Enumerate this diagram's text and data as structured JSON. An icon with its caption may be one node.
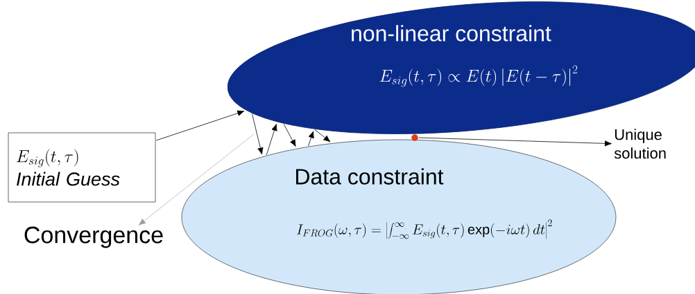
{
  "diagram": {
    "nodes": [
      {
        "text": [
          "non-linear constraint",
          "E_{sig}(t,\\tau) \\propto E(t)\\left|E(t-\\tau)\\right|^{2}"
        ]
      },
      {
        "text": [
          "Data constraint",
          "I_{FROG}(\\omega,\\tau)=\\left|\\int_{-\\infty}^{\\infty}E_{sig}(t,\\tau)\\exp(-i\\omega t)\\,dt\\right|^{2}"
        ]
      },
      {
        "text": [
          "E_{sig}(t,\\tau)",
          "Initial Guess"
        ]
      },
      {
        "text": [
          "Convergence"
        ]
      },
      {
        "text": [
          "Unique solution"
        ]
      },
      {
        "text": [],
        "shape": "circle"
      }
    ],
    "edges": [
      {
        "from": 2,
        "to": 0,
        "arrow": "to"
      },
      {
        "from": 0,
        "to": 1,
        "arrow": "to"
      },
      {
        "from": 1,
        "to": 0,
        "arrow": "to"
      },
      {
        "from": 0,
        "to": 1,
        "arrow": "to"
      },
      {
        "from": 1,
        "to": 0,
        "arrow": "to"
      },
      {
        "from": 0,
        "to": 1,
        "arrow": "to"
      },
      {
        "from": null,
        "to": 3,
        "arrow": "to",
        "color": "#9a9a9a"
      },
      {
        "from": 5,
        "to": 4,
        "arrow": "to"
      }
    ]
  }
}
